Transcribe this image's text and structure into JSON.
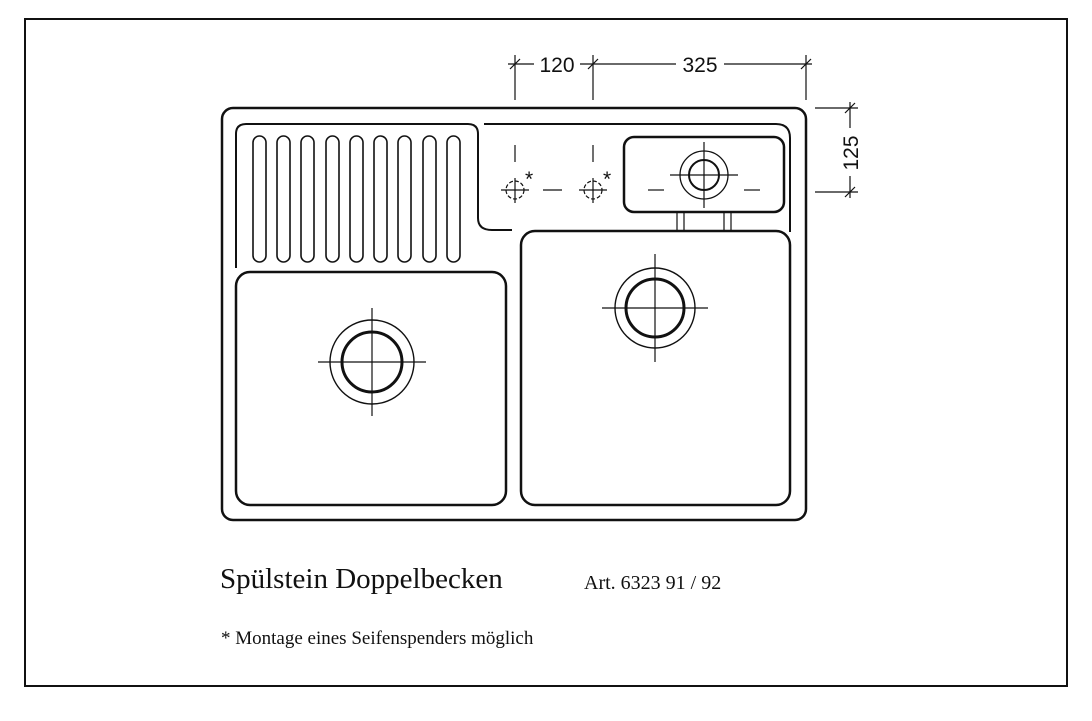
{
  "drawing": {
    "title": "Spülstein Doppelbecken",
    "article": "Art. 6323 91 / 92",
    "footnote": "* Montage eines Seifenspenders möglich",
    "dimensions": {
      "tap_spacing": "120",
      "tap_to_edge": "325",
      "depth_offset": "125"
    },
    "asterisk": "*"
  }
}
